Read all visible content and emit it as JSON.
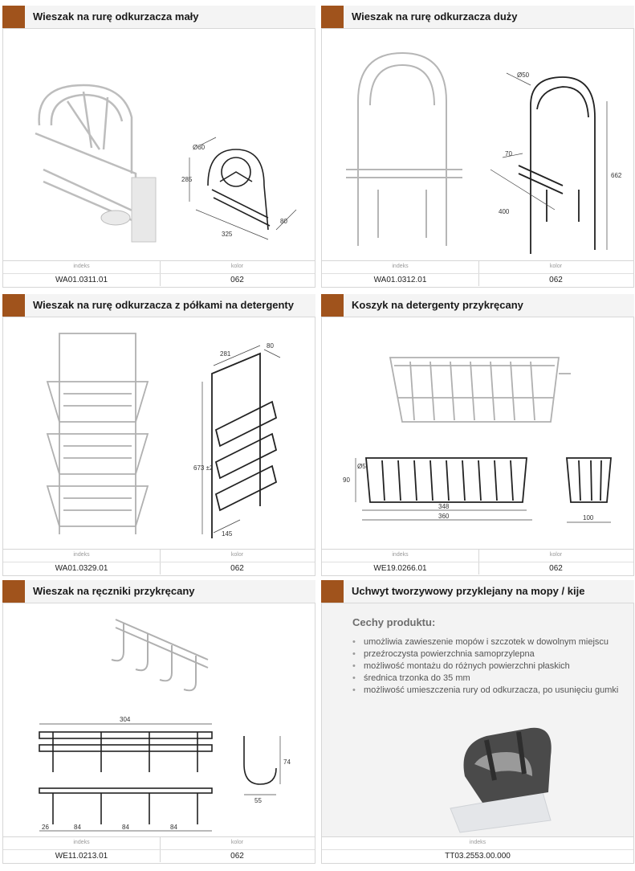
{
  "cards": [
    {
      "title": "Wieszak na rurę odkurzacza mały",
      "index_label": "indeks",
      "index": "WA01.0311.01",
      "color_label": "kolor",
      "color": "062",
      "dims": [
        "Ø60",
        "285",
        "325",
        "80"
      ]
    },
    {
      "title": "Wieszak na rurę odkurzacza duży",
      "index_label": "indeks",
      "index": "WA01.0312.01",
      "color_label": "kolor",
      "color": "062",
      "dims": [
        "Ø50",
        "70",
        "400",
        "662"
      ]
    },
    {
      "title": "Wieszak na rurę odkurzacza z półkami na detergenty",
      "index_label": "indeks",
      "index": "WA01.0329.01",
      "color_label": "kolor",
      "color": "062",
      "dims": [
        "281",
        "80",
        "673 ±2",
        "145"
      ]
    },
    {
      "title": "Koszyk na detergenty przykręcany",
      "index_label": "indeks",
      "index": "WE19.0266.01",
      "color_label": "kolor",
      "color": "062",
      "dims": [
        "90",
        "Ø5",
        "348",
        "360",
        "100"
      ]
    },
    {
      "title": "Wieszak na ręczniki przykręcany",
      "index_label": "indeks",
      "index": "WE11.0213.01",
      "color_label": "kolor",
      "color": "062",
      "dims": [
        "304",
        "74",
        "55",
        "26",
        "84",
        "84",
        "84"
      ]
    },
    {
      "title": "Uchwyt tworzywowy przyklejany na mopy / kije",
      "index_label": "indeks",
      "index": "TT03.2553.00.000"
    }
  ],
  "features": {
    "heading": "Cechy produktu:",
    "items": [
      "umożliwia zawieszenie mopów i szczotek w dowolnym miejscu",
      "przeźroczysta powierzchnia samoprzylepna",
      "możliwość montażu do różnych powierzchni płaskich",
      "średnica trzonka do 35 mm",
      "możliwość umieszczenia rury od odkurzacza, po usunięciu gumki"
    ]
  },
  "colors": {
    "accent": "#a0531c",
    "border": "#d6d6d6",
    "line": "#777777",
    "dark": "#222222"
  }
}
